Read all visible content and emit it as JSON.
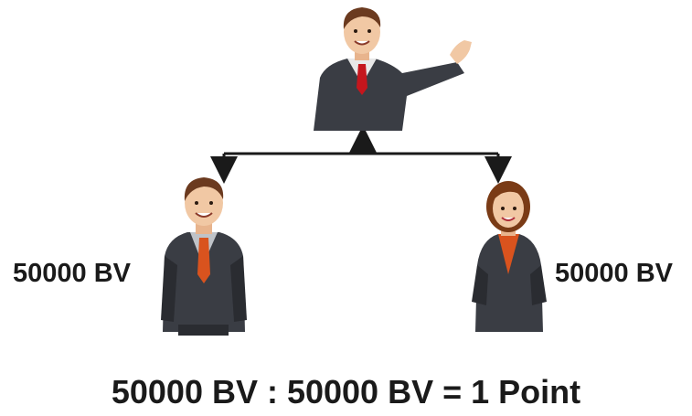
{
  "left_person": {
    "bv_label": "50000 BV"
  },
  "right_person": {
    "bv_label": "50000 BV"
  },
  "formula": "50000 BV : 50000 BV = 1 Point",
  "colors": {
    "suit": "#3a3d44",
    "suit_shadow": "#2a2c31",
    "shirt": "#e8e8e8",
    "tie_red": "#c5161d",
    "tie_orange": "#d9531e",
    "skin": "#f1c8a4",
    "hair_man": "#6b3a1f",
    "hair_woman": "#7a3b16",
    "connector": "#1a1a1a"
  },
  "icons": [
    "upline-manager-icon",
    "downline-man-icon",
    "downline-woman-icon"
  ]
}
